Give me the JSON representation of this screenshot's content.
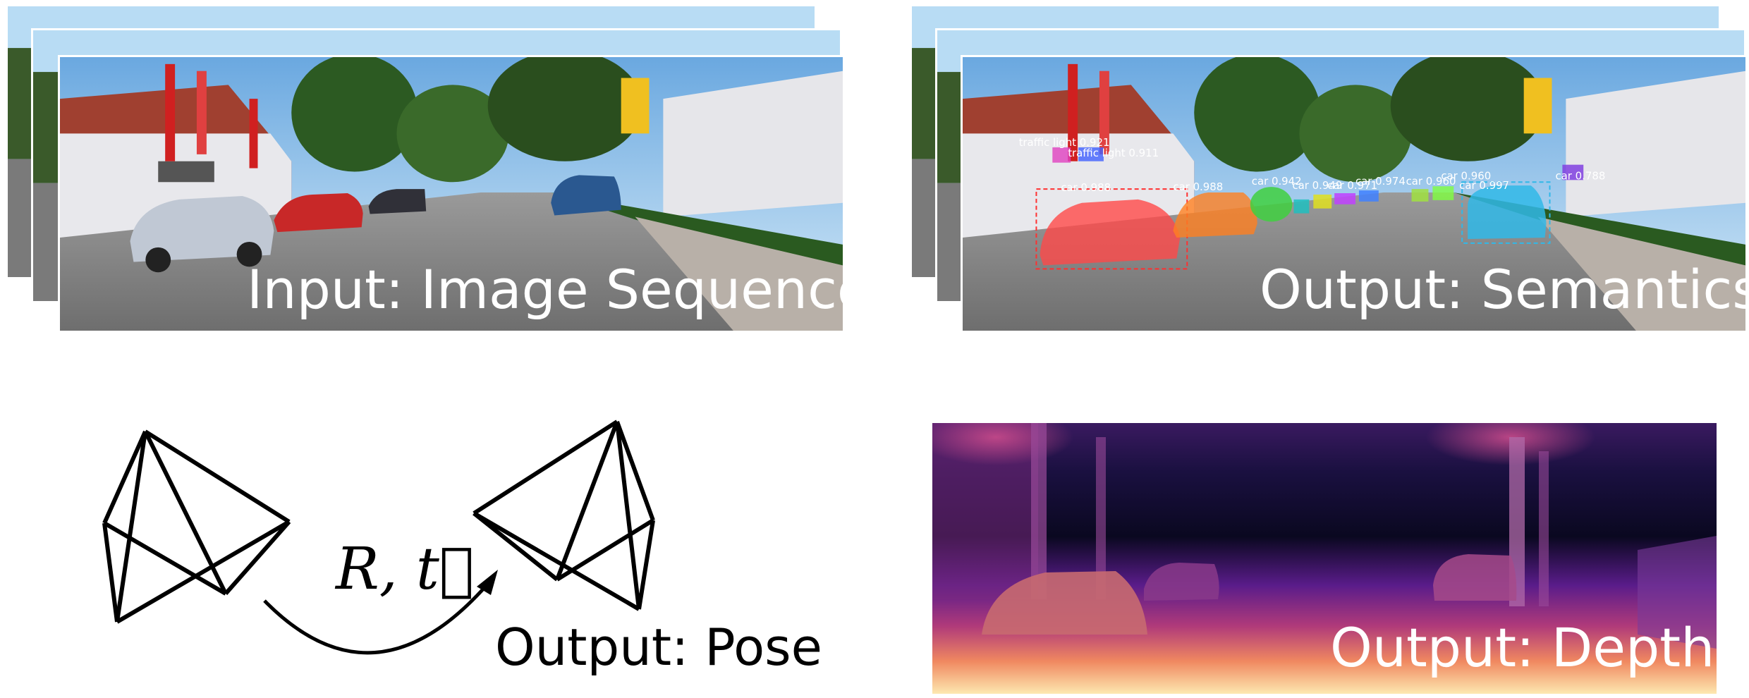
{
  "panels": {
    "input": {
      "caption": "Input: Image Sequence"
    },
    "semantics": {
      "caption": "Output: Semantics",
      "detections": [
        {
          "label": "traffic light 0.921",
          "color": "#e040c0"
        },
        {
          "label": "traffic light 0.911",
          "color": "#4060ff"
        },
        {
          "label": "car 0.988",
          "color": "#ff4040"
        },
        {
          "label": "car 0.988",
          "color": "#ff8020"
        },
        {
          "label": "car 0.942",
          "color": "#40d040"
        },
        {
          "label": "car 0.949",
          "color": "#20c0c0"
        },
        {
          "label": "car 0.974",
          "color": "#e0e020"
        },
        {
          "label": "car 0.971",
          "color": "#c040ff"
        },
        {
          "label": "car 0.960",
          "color": "#a0e040"
        },
        {
          "label": "car 0.960",
          "color": "#80ff40"
        },
        {
          "label": "car 0.997",
          "color": "#30b0e0"
        },
        {
          "label": "car 0.788",
          "color": "#8040e0"
        }
      ]
    },
    "pose": {
      "caption": "Output: Pose",
      "transform_label": "R, t⃗"
    },
    "depth": {
      "caption": "Output: Depth"
    }
  },
  "colors": {
    "sky": "#c8e4f8",
    "road": "#8a8a8a",
    "depth_far": "#0e0a30",
    "depth_mid": "#7a2a9a",
    "depth_near": "#f0a070"
  }
}
